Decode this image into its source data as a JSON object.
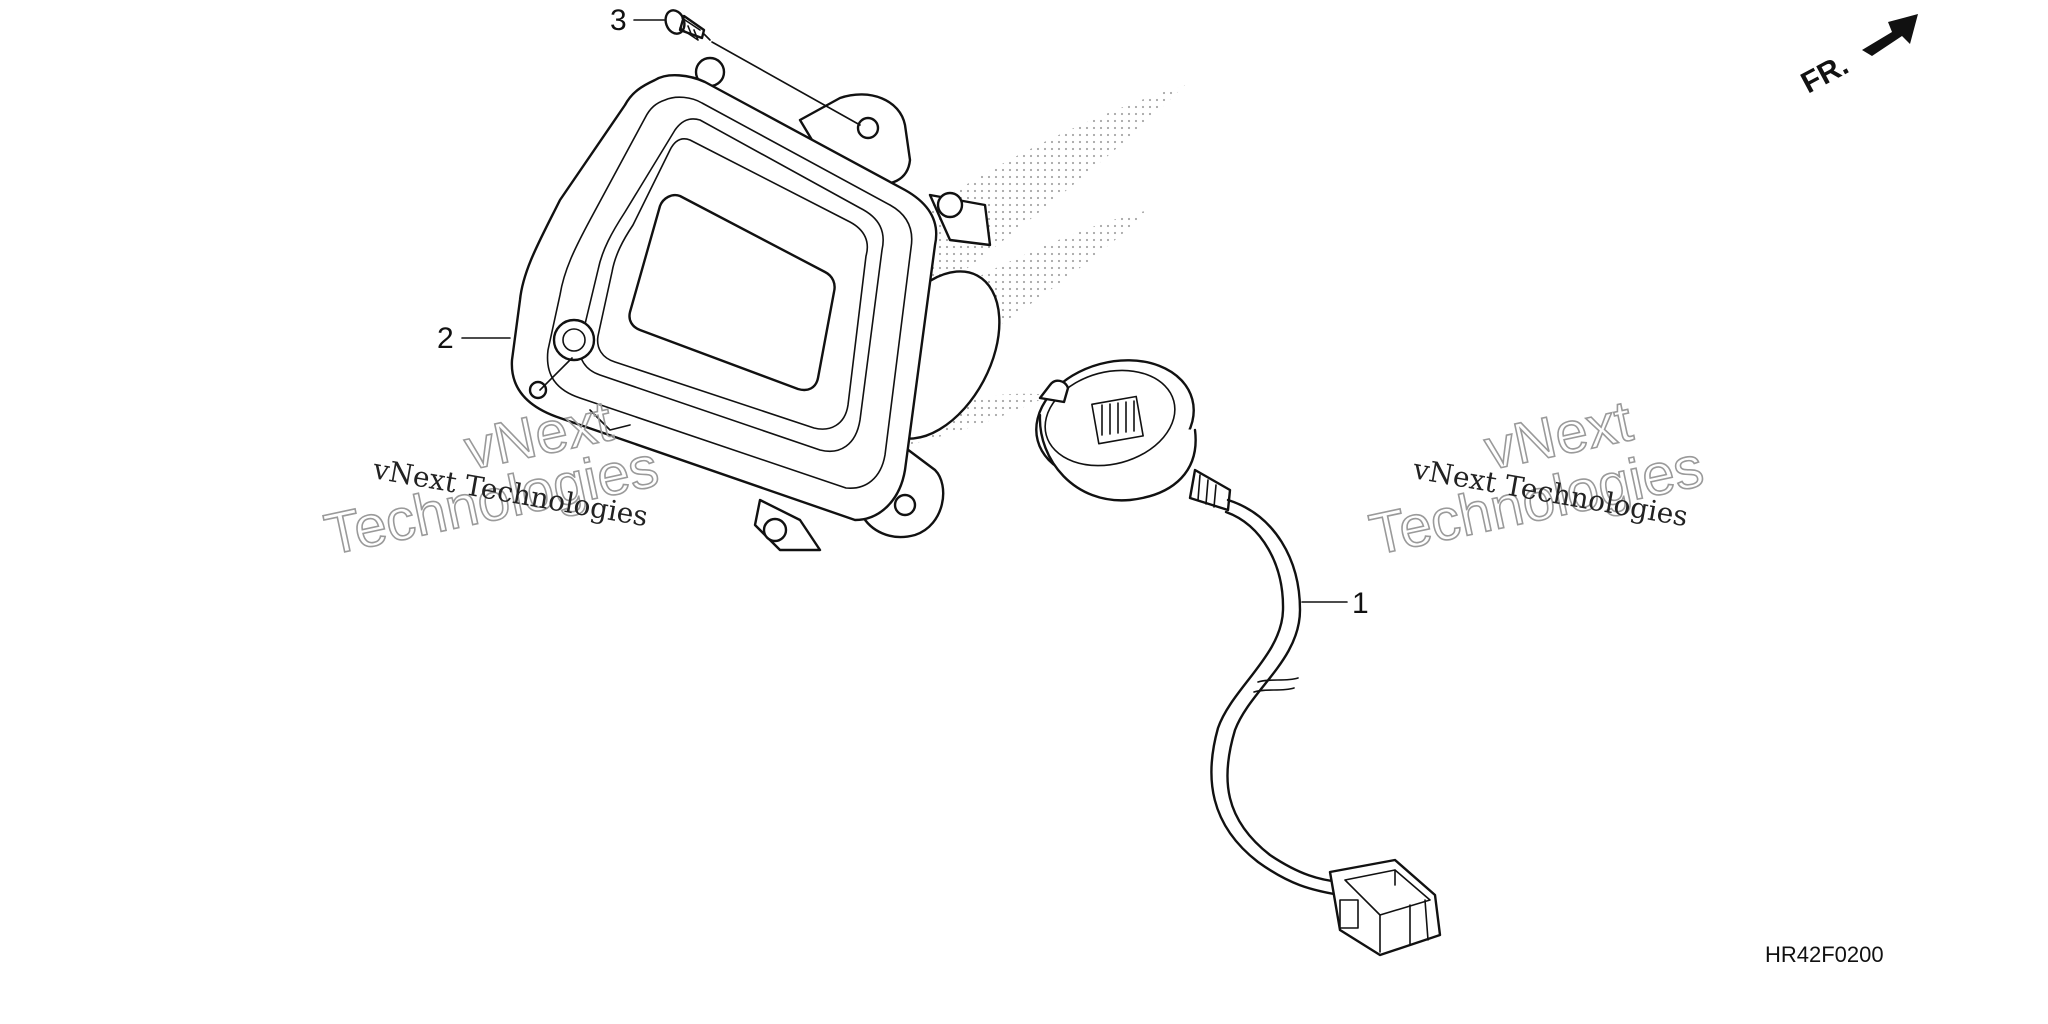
{
  "callouts": [
    {
      "id": "1",
      "label": "1"
    },
    {
      "id": "2",
      "label": "2"
    },
    {
      "id": "3",
      "label": "3"
    }
  ],
  "orientation": {
    "label": "FR."
  },
  "diagram_code": "HR42F0200",
  "watermark": {
    "company_line": "vNext Technologies",
    "big_line1": "vNext",
    "big_line2": "Technologies"
  }
}
